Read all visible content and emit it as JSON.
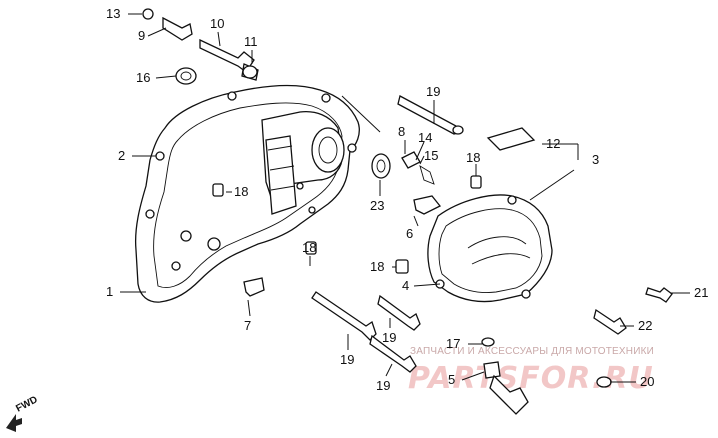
{
  "diagram": {
    "callouts": [
      {
        "id": "c13",
        "text": "13"
      },
      {
        "id": "c9",
        "text": "9"
      },
      {
        "id": "c10",
        "text": "10"
      },
      {
        "id": "c11",
        "text": "11"
      },
      {
        "id": "c16",
        "text": "16"
      },
      {
        "id": "c2",
        "text": "2"
      },
      {
        "id": "c18a",
        "text": "18"
      },
      {
        "id": "c1",
        "text": "1"
      },
      {
        "id": "c7",
        "text": "7"
      },
      {
        "id": "c18b",
        "text": "18"
      },
      {
        "id": "c19a",
        "text": "19"
      },
      {
        "id": "c8",
        "text": "8"
      },
      {
        "id": "c14",
        "text": "14"
      },
      {
        "id": "c15",
        "text": "15"
      },
      {
        "id": "c23",
        "text": "23"
      },
      {
        "id": "c6",
        "text": "6"
      },
      {
        "id": "c18c",
        "text": "18"
      },
      {
        "id": "c12",
        "text": "12"
      },
      {
        "id": "c3",
        "text": "3"
      },
      {
        "id": "c18d",
        "text": "18"
      },
      {
        "id": "c4",
        "text": "4"
      },
      {
        "id": "c19b",
        "text": "19"
      },
      {
        "id": "c19c",
        "text": "19"
      },
      {
        "id": "c19d",
        "text": "19"
      },
      {
        "id": "c21",
        "text": "21"
      },
      {
        "id": "c22",
        "text": "22"
      },
      {
        "id": "c17",
        "text": "17"
      },
      {
        "id": "c5",
        "text": "5"
      },
      {
        "id": "c20",
        "text": "20"
      }
    ],
    "fwd_label": "FWD"
  },
  "watermark": {
    "top_text": "ЗАПЧАСТИ И АКСЕССУАРЫ ДЛЯ МОТОТЕХНИКИ",
    "brand_text": "PARTSFOR.RU"
  }
}
